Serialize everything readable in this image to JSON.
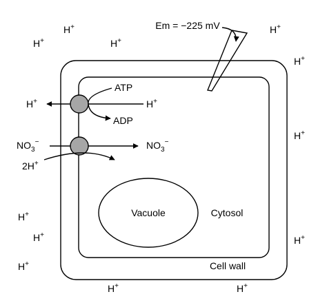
{
  "labels": {
    "em": "Em = −225 mV",
    "atp": "ATP",
    "adp": "ADP",
    "vacuole": "Vacuole",
    "cytosol": "Cytosol",
    "cell_wall": "Cell wall",
    "twoH": "2H",
    "proton_base": "H",
    "proton_charge": "+",
    "nitrate_base": "NO",
    "nitrate_sub": "3",
    "nitrate_charge": "−"
  },
  "colors": {
    "pump_fill": "#a6a6a6",
    "stroke": "#000000"
  }
}
